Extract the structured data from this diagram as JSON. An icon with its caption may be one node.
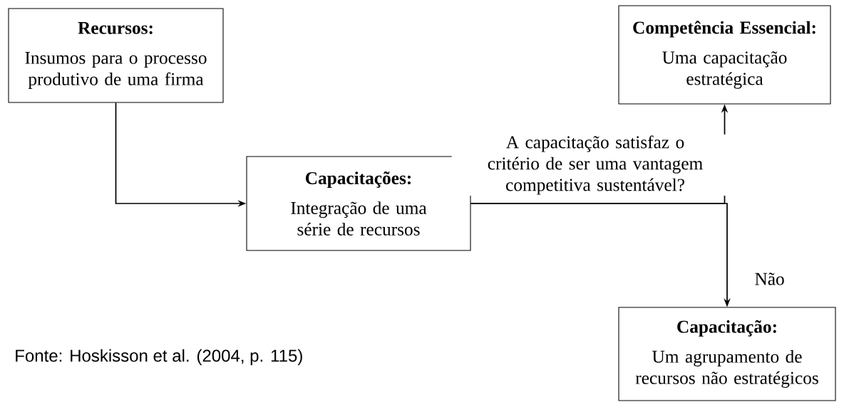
{
  "diagram": {
    "caption": "Fonte: Hoskisson et al. (2004, p. 115)",
    "nodes": [
      {
        "text": [
          "Recursos:",
          "Insumos para o processo produtivo de uma firma"
        ]
      },
      {
        "text": [
          "Capacitações:",
          "Integração de uma série de recursos"
        ]
      },
      {
        "text": [
          "Competência Essencial:",
          "Uma capacitação estratégica"
        ]
      },
      {
        "text": [
          "Capacitação:",
          "Um agrupamento de recursos não estratégicos"
        ]
      }
    ],
    "edges": [
      {
        "from": 0,
        "to": 1,
        "arrow": "to"
      },
      {
        "from": 1,
        "to": 2,
        "arrow": "to",
        "label": "A capacitação satisfaz o critério de ser uma vantagem competitiva sustentável?"
      },
      {
        "from": 1,
        "to": 3,
        "arrow": "to",
        "label": "Não"
      }
    ]
  }
}
